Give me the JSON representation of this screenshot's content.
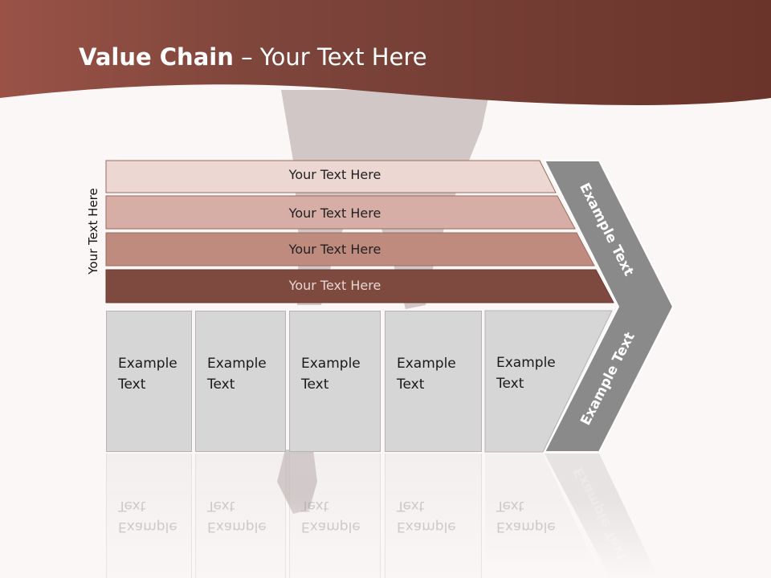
{
  "slide": {
    "title_bold": "Value Chain",
    "title_rest": " – Your Text Here",
    "side_label": "Your Text Here"
  },
  "bars": [
    {
      "label": "Your Text Here",
      "color": "#ecd7d3",
      "text_color": "#222222"
    },
    {
      "label": "Your Text Here",
      "color": "#d7aea5",
      "text_color": "#222222"
    },
    {
      "label": "Your Text Here",
      "color": "#c08b7f",
      "text_color": "#222222"
    },
    {
      "label": "Your Text Here",
      "color": "#7e4a3f",
      "text_color": "#e6d6d2"
    }
  ],
  "boxes": [
    {
      "label": "Example\nText"
    },
    {
      "label": "Example\nText"
    },
    {
      "label": "Example\nText"
    },
    {
      "label": "Example\nText"
    },
    {
      "label": "Example\nText"
    }
  ],
  "chevron": {
    "upper_label": "Example Text",
    "lower_label": "Example Text",
    "color": "#8a8a8a"
  },
  "colors": {
    "header": "#6e3a30",
    "header_light": "#9a5a4d",
    "background": "#fbf7f6"
  }
}
